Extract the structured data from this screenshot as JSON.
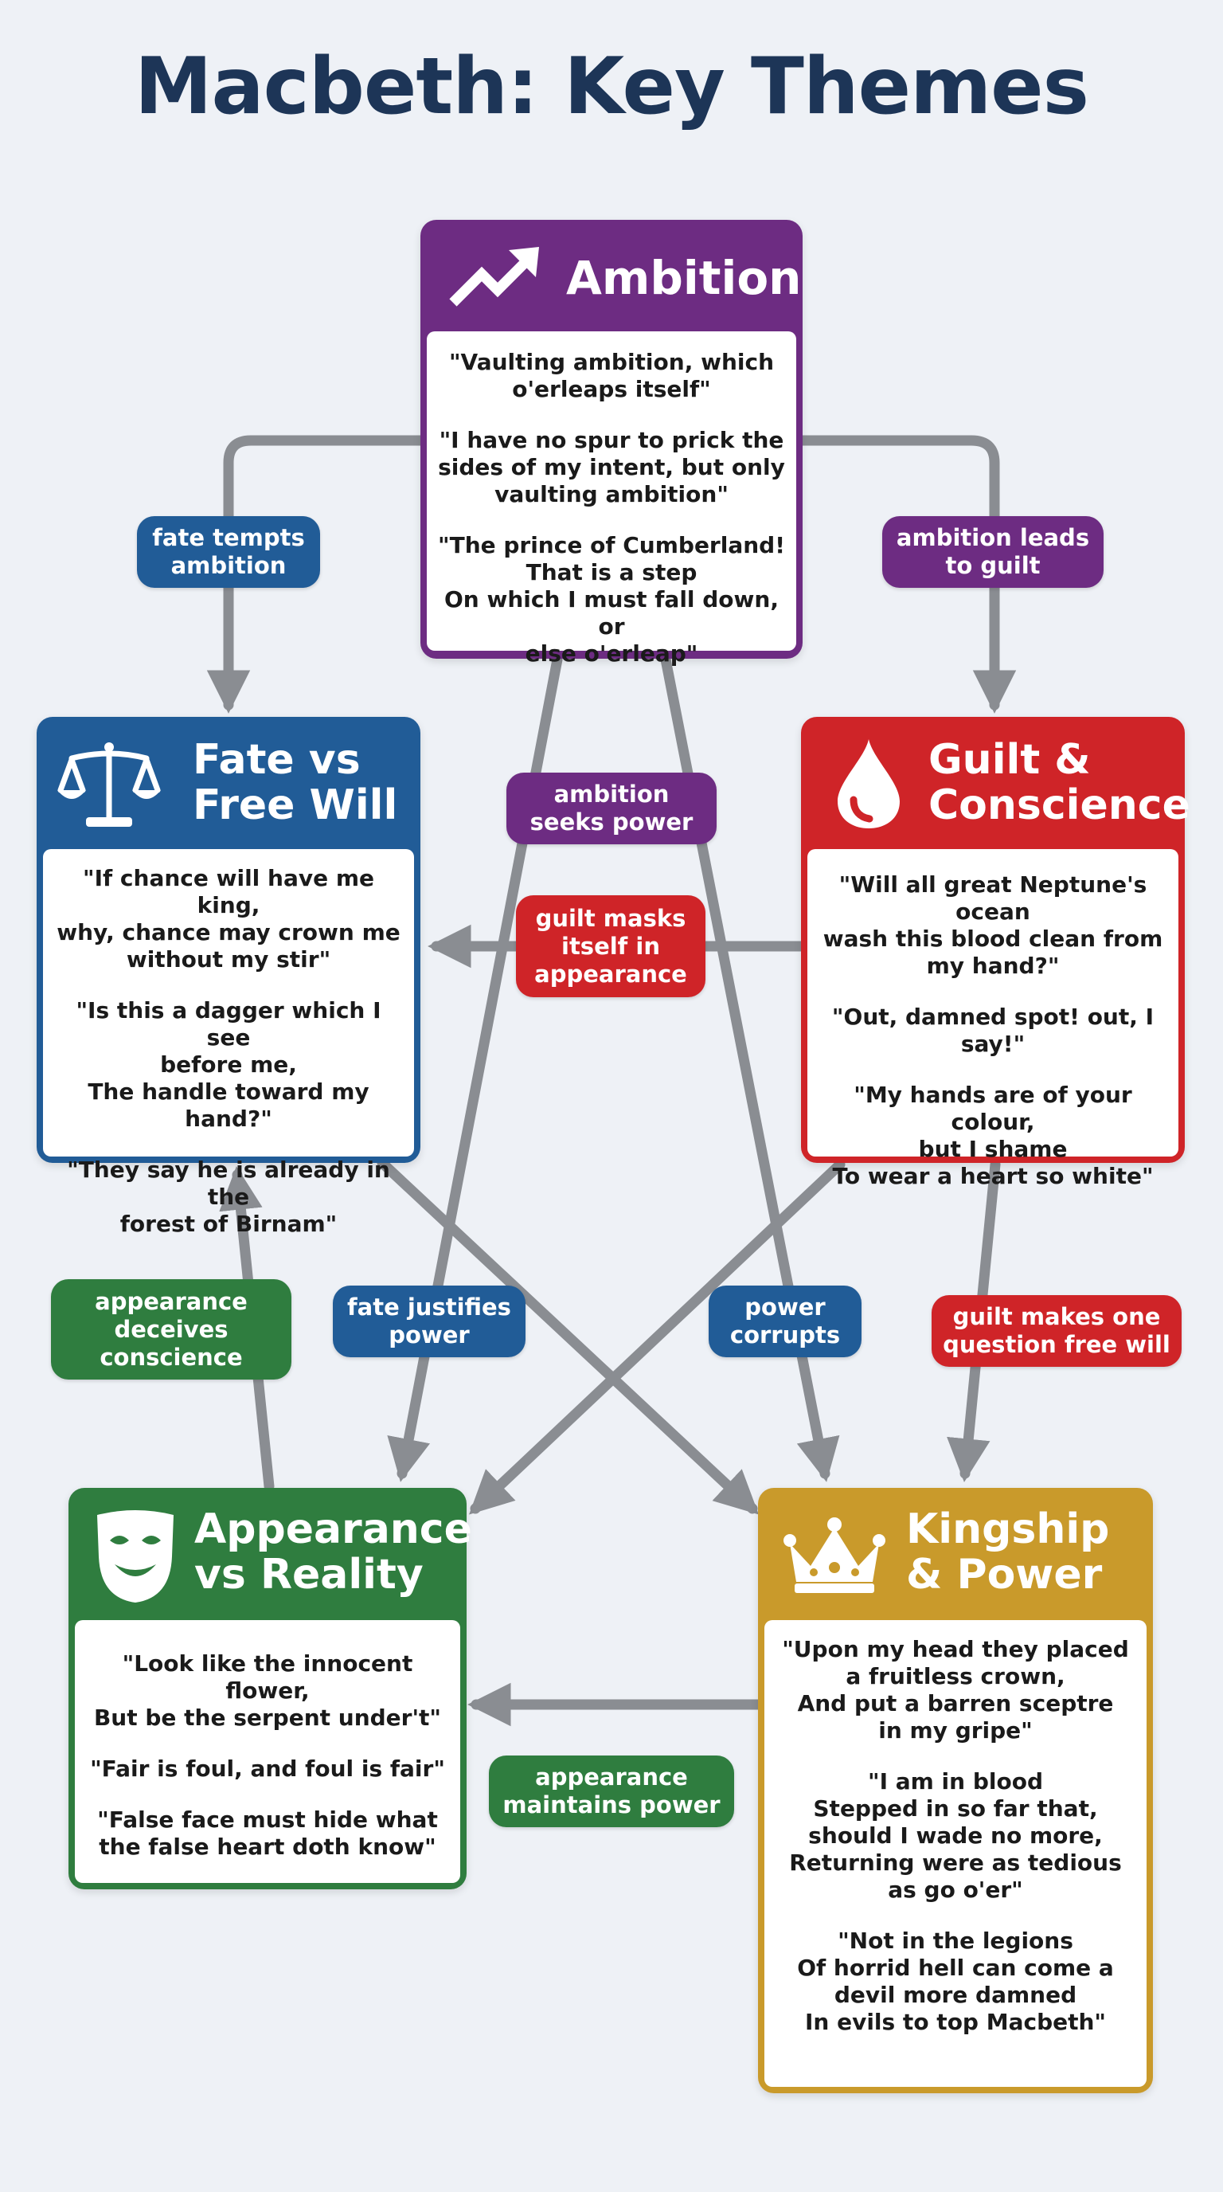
{
  "title": "Macbeth: Key Themes",
  "colors": {
    "purple": "#6d2c82",
    "blue": "#215c97",
    "red": "#cf2428",
    "green": "#2f7d3f",
    "gold": "#c99a2b",
    "arrow": "#8a8d92",
    "title": "#1d3557"
  },
  "themes": {
    "ambition": {
      "title": "Ambition",
      "icon": "trend-up-arrow-icon",
      "quotes": [
        "\"Vaulting ambition, which\no'erleaps itself\"",
        "\"I have no spur to prick the\nsides of my intent, but only\nvaulting ambition\"",
        "\"The prince of Cumberland!\nThat is a step\nOn which I must fall down, or\nelse o'erleap\""
      ]
    },
    "fate": {
      "title_line1": "Fate vs",
      "title_line2": "Free Will",
      "icon": "scales-icon",
      "quotes": [
        "\"If chance will have me king,\nwhy, chance may crown me\nwithout my stir\"",
        "\"Is this a dagger which I see\nbefore me,\nThe handle toward my hand?\"",
        "\"They say he is already in the\nforest of Birnam\""
      ]
    },
    "guilt": {
      "title_line1": "Guilt &",
      "title_line2": "Conscience",
      "icon": "blood-drop-icon",
      "quotes": [
        "\"Will all great Neptune's ocean\nwash this blood clean from\nmy hand?\"",
        "\"Out, damned spot! out, I say!\"",
        "\"My hands are of your colour,\nbut I shame\nTo wear a heart so white\""
      ]
    },
    "appearance": {
      "title_line1": "Appearance",
      "title_line2": "vs Reality",
      "icon": "theatre-mask-icon",
      "quotes": [
        "\"Look like the innocent flower,\nBut be the serpent under't\"",
        "\"Fair is foul, and foul is fair\"",
        "\"False face must hide what\nthe false heart doth know\""
      ]
    },
    "kingship": {
      "title_line1": "Kingship",
      "title_line2": "& Power",
      "icon": "crown-icon",
      "quotes": [
        "\"Upon my head they placed\na fruitless crown,\nAnd put a barren sceptre\nin my gripe\"",
        "\"I am in blood\nStepped in so far that,\nshould I wade no more,\nReturning were as tedious\nas go o'er\"",
        "\"Not in the legions\nOf horrid hell can come a\ndevil more damned\nIn evils to top Macbeth\""
      ]
    }
  },
  "links": {
    "fate_tempts": "fate tempts\nambition",
    "ambition_guilt": "ambition leads\nto guilt",
    "seeks_power": "ambition\nseeks power",
    "guilt_masks": "guilt masks\nitself in\nappearance",
    "appearance_deceives": "appearance\ndeceives\nconscience",
    "fate_justifies": "fate justifies\npower",
    "power_corrupts": "power\ncorrupts",
    "guilt_question": "guilt makes one\nquestion free will",
    "appearance_maintains": "appearance\nmaintains power"
  }
}
